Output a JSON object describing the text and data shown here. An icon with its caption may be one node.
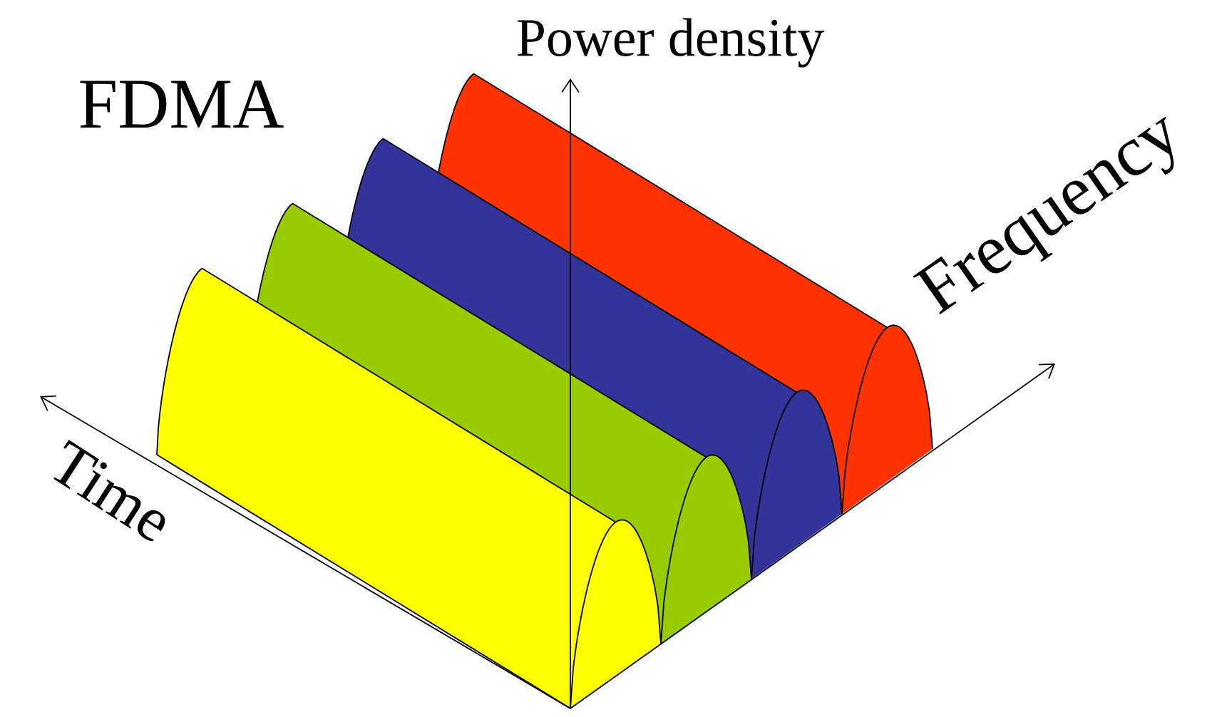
{
  "diagram": {
    "title": "FDMA",
    "labels": [
      "Power density",
      "Frequency",
      "Time"
    ]
  }
}
